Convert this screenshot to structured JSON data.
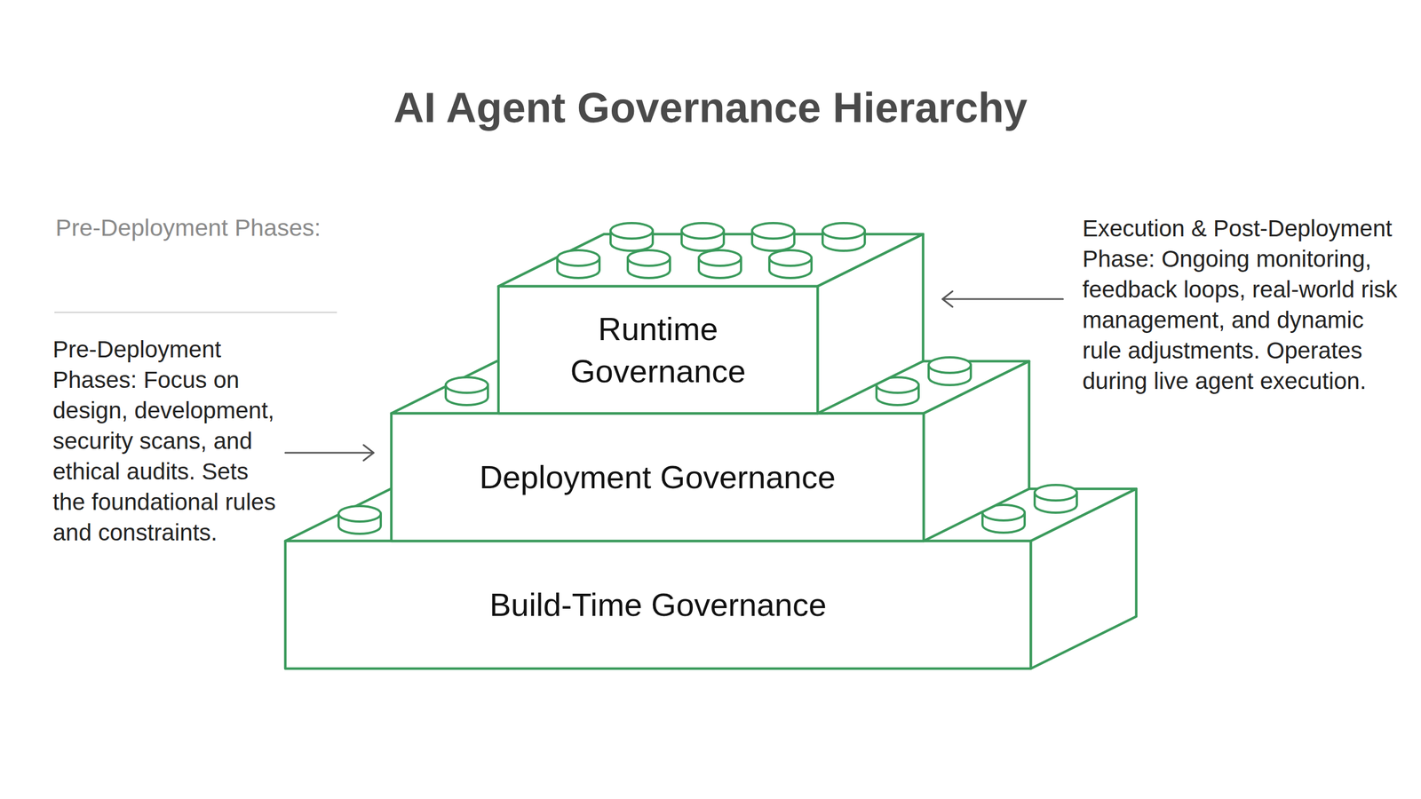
{
  "diagram": {
    "title": "AI Agent Governance Hierarchy",
    "nodes": [
      {
        "text": [
          "Runtime Governance"
        ]
      },
      {
        "text": [
          "Deployment Governance"
        ]
      },
      {
        "text": [
          "Build-Time Governance"
        ]
      }
    ],
    "labels": [
      "Pre-Deployment Phases:",
      "Pre-Deployment Phases: Focus on design, development, security scans, and ethical audits. Sets the foundational rules and constraints.",
      "Execution & Post-Deployment Phase: Ongoing monitoring, feedback loops, real-world risk management, and dynamic rule adjustments. Operates during live agent execution."
    ]
  }
}
